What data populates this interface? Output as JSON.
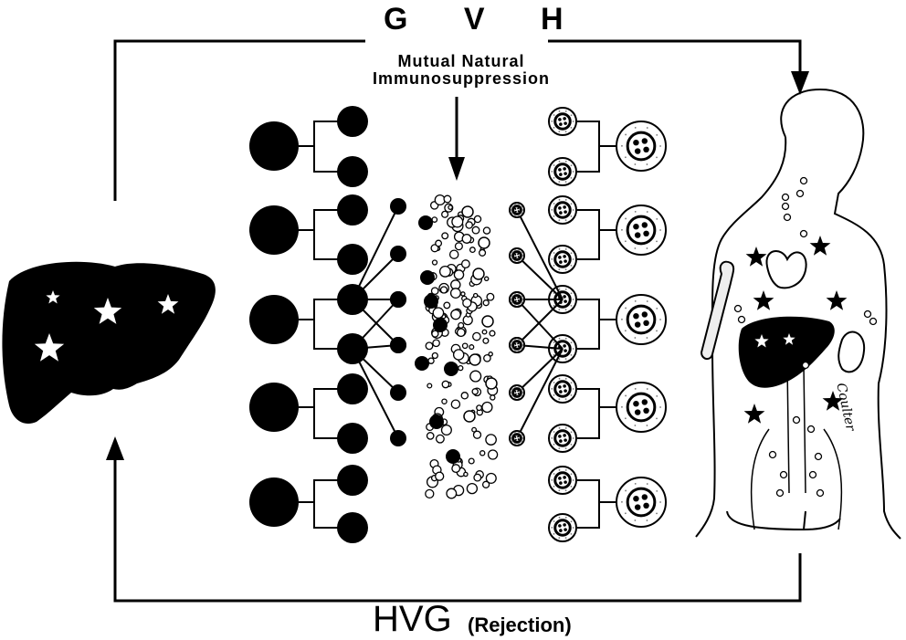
{
  "labels": {
    "gvh": "G V H",
    "mutual_line1": "Mutual Natural",
    "mutual_line2": "Immunosuppression",
    "hvg": "HVG",
    "rejection": "(Rejection)",
    "signature": "Coulter"
  },
  "colors": {
    "ink": "#000000",
    "paper": "#ffffff",
    "stipple": "#777777"
  },
  "icons": {
    "graft": "liver-icon",
    "host": "human-body-icon",
    "host_cells": "dark-cell-icon",
    "donor_cells": "nucleated-cell-icon",
    "organ_marker": "star-icon"
  }
}
